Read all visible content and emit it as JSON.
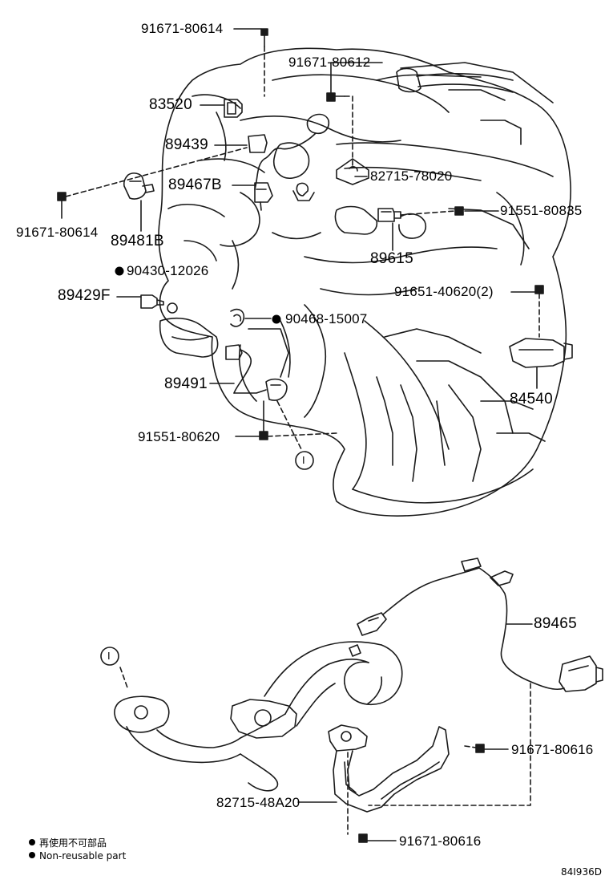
{
  "colors": {
    "ink": "#000000",
    "paper": "#ffffff",
    "line": "#1a1a1a"
  },
  "parts": {
    "p1": "91671-80614",
    "p2": "91671-80612",
    "p3": "83520",
    "p4": "89439",
    "p5": "82715-78020",
    "p6": "89467B",
    "p7": "91551-80835",
    "p8": "91671-80614",
    "p9": "89481B",
    "p10": "89615",
    "p11": "90430-12026",
    "p12": "91651-40620(2)",
    "p13": "89429F",
    "p14": "90468-15007",
    "p15": "89491",
    "p16": "84540",
    "p17": "91551-80620",
    "p18": "89465",
    "p19": "91671-80616",
    "p20": "82715-48A20",
    "p21": "91671-80616"
  },
  "callout_ref": "I",
  "legend": {
    "line1": "再使用不可部品",
    "line2": "Non-reusable part"
  },
  "drawing_code": "84I936D"
}
